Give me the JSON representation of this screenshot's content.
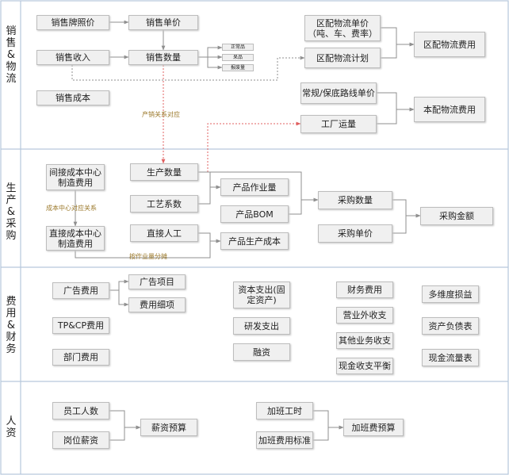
{
  "sections": {
    "sales": "销\n售\n&\n物\n流",
    "prod": "生\n产\n&\n采\n购",
    "exp": "费\n用\n&\n财\n务",
    "hr": "人\n资"
  },
  "nodes": {
    "xs_pzdj": "销售牌照价",
    "xs_dj": "销售单价",
    "xs_sr": "销售收入",
    "xs_sl": "销售数量",
    "xs_cb": "销售成本",
    "zcp": "正常品",
    "cp": "呆品",
    "bcl": "报废量",
    "qpwl_dj": "区配物流单价\n（吨、车、费率）",
    "qpwl_jh": "区配物流计划",
    "qpwl_fy": "区配物流费用",
    "cg_bb_dj": "常规/保底路线单价",
    "gc_yl": "工厂运量",
    "bpwl_fy": "本配物流费用",
    "jjcb": "间接成本中心\n制造费用",
    "zjcb": "直接成本中心\n制造费用",
    "sc_sl": "生产数量",
    "gy_xs": "工艺系数",
    "zj_rg": "直接人工",
    "cp_zyl": "产品作业量",
    "cp_bom": "产品BOM",
    "cp_sccb": "产品生产成本",
    "cg_sl": "采购数量",
    "cg_dj": "采购单价",
    "cg_je": "采购金额",
    "gg_fy": "广告费用",
    "gg_xm": "广告项目",
    "fy_mx": "费用细项",
    "tpcp_fy": "TP&CP费用",
    "bm_fy": "部门费用",
    "zb_zc": "资本支出(固\n定资产)",
    "yf_zc": "研发支出",
    "rz": "融资",
    "cw_fy": "财务费用",
    "yywsz": "营业外收支",
    "qt_yw": "其他业务收支",
    "xj_sz": "现金收支平衡",
    "dwd_sy": "多维度损益",
    "zc_fz": "资产负债表",
    "xj_ll": "现金流量表",
    "yg_rs": "员工人数",
    "gw_xz": "岗位薪资",
    "xz_ys": "薪资预算",
    "jb_gs": "加班工时",
    "jb_bz": "加班费用标准",
    "jb_ys": "加班费预算"
  },
  "annotations": {
    "cx": "产销关系对应",
    "cbzx": "成本中心对应关系",
    "zyl": "按作业量分摊"
  },
  "colors": {
    "line": "#8f8f8f",
    "dotted_red": "#e06060",
    "dotted_gray": "#8f8f8f",
    "annot": "#9c7a2c",
    "separator": "#b6c7dc"
  }
}
